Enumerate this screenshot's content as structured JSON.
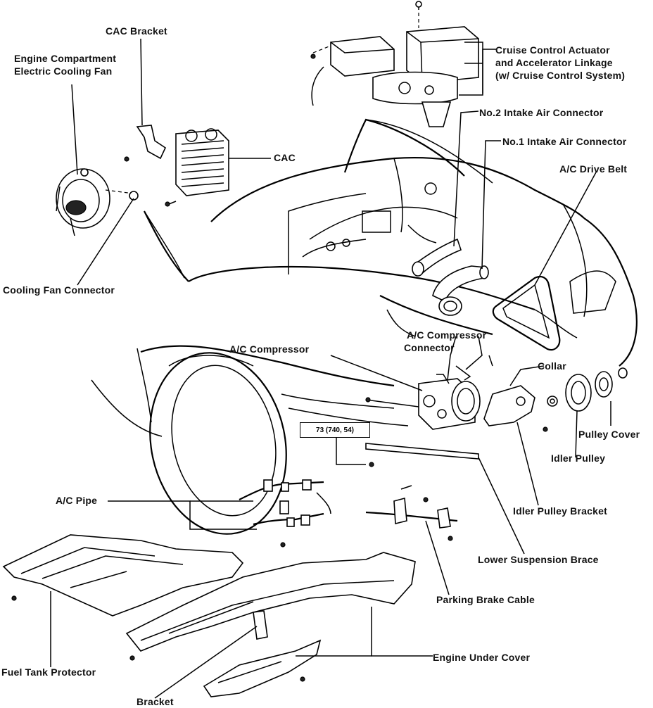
{
  "labels": {
    "cac_bracket": "CAC Bracket",
    "engine_fan_line1": "Engine Compartment",
    "engine_fan_line2": "Electric Cooling Fan",
    "cruise_line1": "Cruise Control Actuator",
    "cruise_line2": "and Accelerator Linkage",
    "cruise_line3": "(w/ Cruise Control System)",
    "no2_intake": "No.2 Intake Air Connector",
    "no1_intake": "No.1 Intake Air Connector",
    "cac": "CAC",
    "ac_drive_belt": "A/C Drive Belt",
    "cooling_fan_connector": "Cooling Fan Connector",
    "ac_compressor_connector_line1": "A/C Compressor",
    "ac_compressor_connector_line2": "Connector",
    "ac_compressor": "A/C Compressor",
    "collar": "Collar",
    "pulley_cover": "Pulley Cover",
    "idler_pulley": "Idler Pulley",
    "idler_pulley_bracket": "Idler Pulley Bracket",
    "ac_pipe": "A/C Pipe",
    "lower_suspension_brace": "Lower Suspension Brace",
    "parking_brake_cable": "Parking Brake Cable",
    "engine_under_cover": "Engine Under Cover",
    "fuel_tank_protector": "Fuel Tank Protector",
    "bracket": "Bracket"
  },
  "torque_spec": "73 (740, 54)"
}
